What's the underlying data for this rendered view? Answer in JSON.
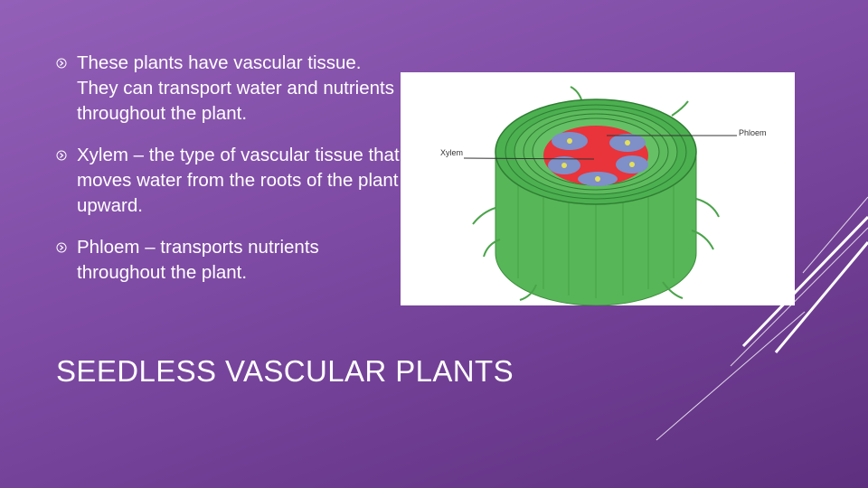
{
  "slide": {
    "title": "SEEDLESS VASCULAR PLANTS",
    "bullets": [
      "These plants have vascular tissue. They can transport water and nutrients throughout the plant.",
      "Xylem – the type of vascular tissue that moves water from the roots of the plant upward.",
      "Phloem – transports nutrients throughout the plant."
    ],
    "bullet_icon": "circled-arrow-icon"
  },
  "figure": {
    "labels": {
      "xylem": "Xylem",
      "phloem": "Phloem"
    }
  },
  "colors": {
    "background": "#8a56b0",
    "text": "#ffffff",
    "stem_green": "#5ab85a",
    "phloem_blue": "#7f8fc8",
    "xylem_red": "#e8343a"
  }
}
